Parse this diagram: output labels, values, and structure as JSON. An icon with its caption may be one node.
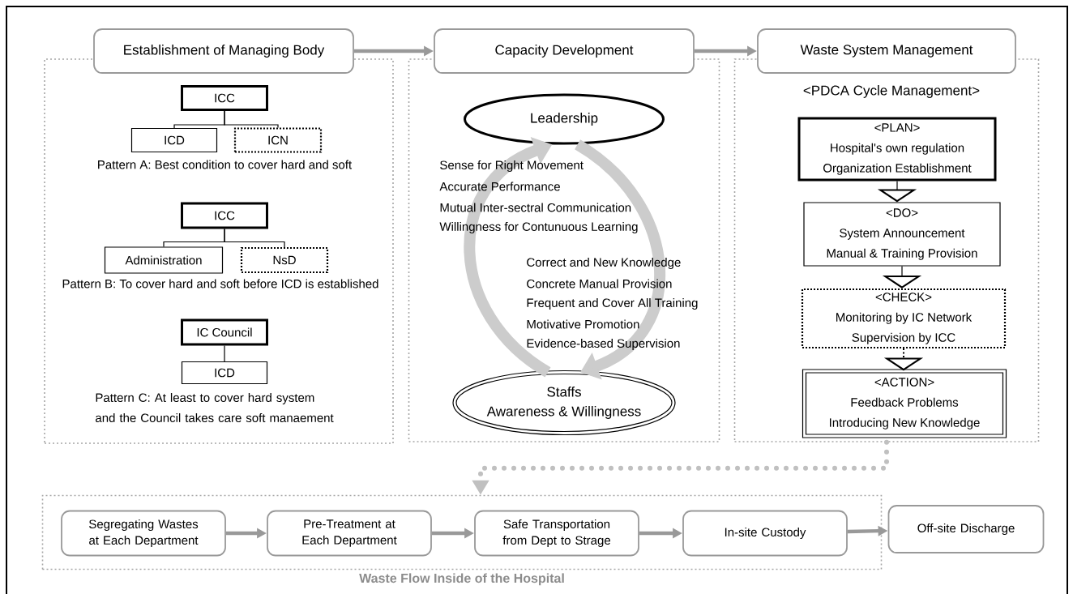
{
  "diagram": {
    "nodes": [
      {
        "text": [
          "Establishment of Managing Body"
        ]
      },
      {
        "text": [
          "Capacity Development"
        ]
      },
      {
        "text": [
          "Waste System Management"
        ]
      },
      {
        "text": [],
        "shape": "box"
      },
      {
        "text": [
          "ICC"
        ],
        "in": 3
      },
      {
        "text": [
          "ICD"
        ],
        "in": 3
      },
      {
        "text": [
          "ICN"
        ],
        "in": 3
      },
      {
        "text": [
          "ICC"
        ],
        "in": 3
      },
      {
        "text": [
          "Administration"
        ],
        "in": 3
      },
      {
        "text": [
          "NsD"
        ],
        "in": 3
      },
      {
        "text": [
          "IC Council"
        ],
        "in": 3
      },
      {
        "text": [
          "ICD"
        ],
        "in": 3
      },
      {
        "text": [],
        "shape": "box"
      },
      {
        "text": [
          "Leadership"
        ],
        "in": 12
      },
      {
        "text": [
          "Staffs",
          "Awareness & Willingness"
        ],
        "in": 12
      },
      {
        "text": [],
        "shape": "box"
      },
      {
        "text": [
          "<PLAN>",
          "Hospital's own regulation",
          "Organization Establishment"
        ],
        "in": 15
      },
      {
        "text": [
          "<DO>",
          "System Announcement",
          "Manual & Training Provision"
        ],
        "in": 15
      },
      {
        "text": [
          "<CHECK>",
          "Monitoring by IC Network",
          "Supervision by ICC"
        ],
        "in": 15
      },
      {
        "text": [
          "<ACTION>",
          "Feedback Problems",
          "Introducing New Knowledge"
        ],
        "in": 15
      },
      {
        "text": [
          "Waste Flow Inside of the Hospital"
        ]
      },
      {
        "text": [
          "Segregating Wastes at Each Department"
        ],
        "in": 20
      },
      {
        "text": [
          "Pre-Treatment at Each Department"
        ],
        "in": 20
      },
      {
        "text": [
          "Safe Transportation from Dept to Strage"
        ],
        "in": 20
      },
      {
        "text": [
          "In-site Custody"
        ],
        "in": 20
      },
      {
        "text": [
          "Off-site Discharge"
        ]
      }
    ],
    "edges": [
      {
        "from": 0,
        "to": 1,
        "arrow": "to",
        "color": "#999999"
      },
      {
        "from": 1,
        "to": 2,
        "arrow": "to",
        "color": "#999999"
      },
      {
        "from": 4,
        "to": 5,
        "arrow": "none"
      },
      {
        "from": 4,
        "to": 6,
        "arrow": "none"
      },
      {
        "from": 7,
        "to": 8,
        "arrow": "none"
      },
      {
        "from": 7,
        "to": 9,
        "arrow": "none"
      },
      {
        "from": 10,
        "to": 11,
        "arrow": "none"
      },
      {
        "from": 14,
        "to": 13,
        "arrow": "to",
        "style": "thick",
        "color": "#cccccc"
      },
      {
        "from": 13,
        "to": 14,
        "arrow": "to",
        "style": "thick",
        "color": "#cccccc"
      },
      {
        "from": 16,
        "to": 17,
        "arrow": "to"
      },
      {
        "from": 17,
        "to": 18,
        "arrow": "to"
      },
      {
        "from": 18,
        "to": 19,
        "arrow": "to",
        "style": "dashed"
      },
      {
        "from": 15,
        "to": 20,
        "arrow": "to",
        "style": "dashed",
        "color": "#c0c0c0"
      },
      {
        "from": 21,
        "to": 22,
        "arrow": "to",
        "color": "#999999"
      },
      {
        "from": 22,
        "to": 23,
        "arrow": "to",
        "color": "#999999"
      },
      {
        "from": 23,
        "to": 24,
        "arrow": "to",
        "color": "#999999"
      },
      {
        "from": 24,
        "to": 25,
        "arrow": "to",
        "color": "#999999"
      }
    ],
    "labels": [
      "<PDCA Cycle Management>",
      "Pattern A: Best condition to cover hard and soft",
      "Pattern B: To cover hard and soft before ICD is established",
      "Pattern C: At least to cover hard system and the Council takes care soft manaement",
      "Sense for Right Movement",
      "Accurate Performance",
      "Mutual Inter-sectral Communication",
      "Willingness for Contunuous Learning",
      "Correct and New Knowledge",
      "Concrete Manual Provision",
      "Frequent and Cover All Training",
      "Motivative Promotion",
      "Evidence-based Supervision"
    ]
  }
}
